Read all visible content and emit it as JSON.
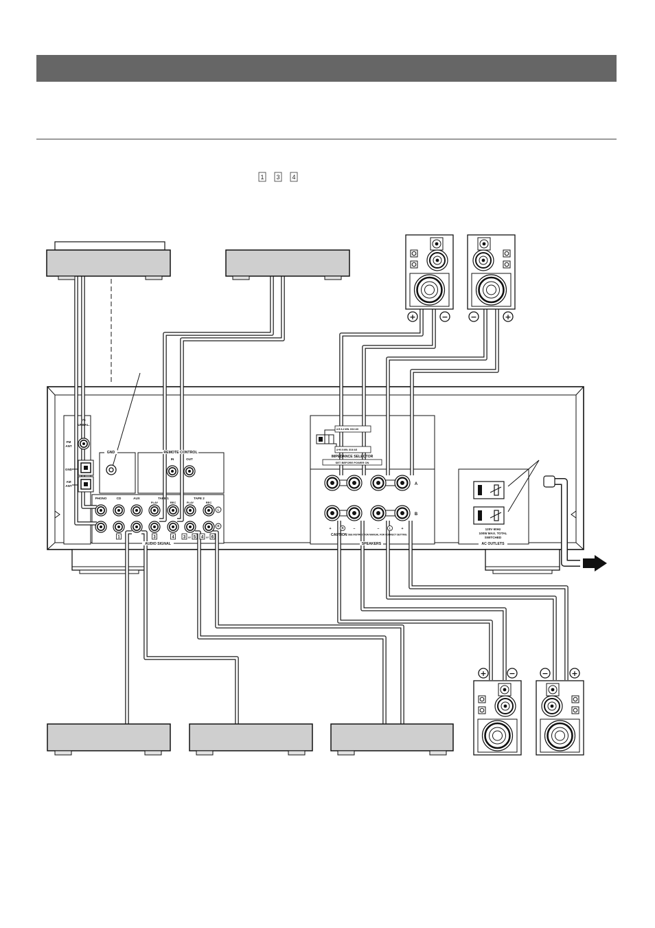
{
  "step_refs": [
    "1",
    "3",
    "4"
  ],
  "antenna": {
    "unbal": [
      "75",
      "UNBAL."
    ],
    "fm": [
      "FM",
      "ANT"
    ],
    "gnd": "GND",
    "am": [
      "AM",
      "ANT"
    ]
  },
  "gnd_terminal": {
    "label": "GND"
  },
  "remote_control": {
    "label": "REMOTE CONTROL",
    "in": "IN",
    "out": "OUT"
  },
  "audio_signal": {
    "label": "AUDIO SIGNAL",
    "inputs": [
      "PHONO",
      "CD",
      "AUX"
    ],
    "tape1": {
      "label": "TAPE 1",
      "play": "PLAY",
      "rec": "REC"
    },
    "tape2": {
      "label": "TAPE 2",
      "play": "PLAY",
      "rec": "REC"
    },
    "channel_l": "L",
    "channel_r": "R",
    "refs": {
      "cd": "1",
      "tape1_play": "3",
      "tape1_rec": "4",
      "tape2_play": [
        "3",
        "or",
        "5"
      ],
      "tape2_rec": [
        "4",
        "or",
        "6"
      ]
    }
  },
  "speakers_panel": {
    "impedance": {
      "line1": "A B 8-4  MIN. 8/16  4/8",
      "line2": "A+B 8  MIN. 8/16  4/8",
      "label": "IMPEDANCE SELECTOR",
      "note": "SET BEFORE POWER ON"
    },
    "row_a": "A",
    "row_b": "B",
    "polarity": [
      "+",
      "R",
      "–",
      "–",
      "L",
      "+"
    ],
    "caution": "CAUTION",
    "caution_text": "SEE INSTRUCTION MANUAL FOR CORRECT SETTING.",
    "label": "SPEAKERS"
  },
  "ac_outlets": {
    "lines": [
      "120V 60Hz",
      "100W MAX. TOTAL",
      "SWITCHED"
    ],
    "label": "AC OUTLETS"
  },
  "speaker_terminals": {
    "top": [
      "+",
      "−",
      "−",
      "+"
    ],
    "bottom": [
      "+",
      "−",
      "−",
      "+"
    ]
  },
  "colors": {
    "header_bar": "#666666",
    "device_fill": "#cfcfcf"
  }
}
